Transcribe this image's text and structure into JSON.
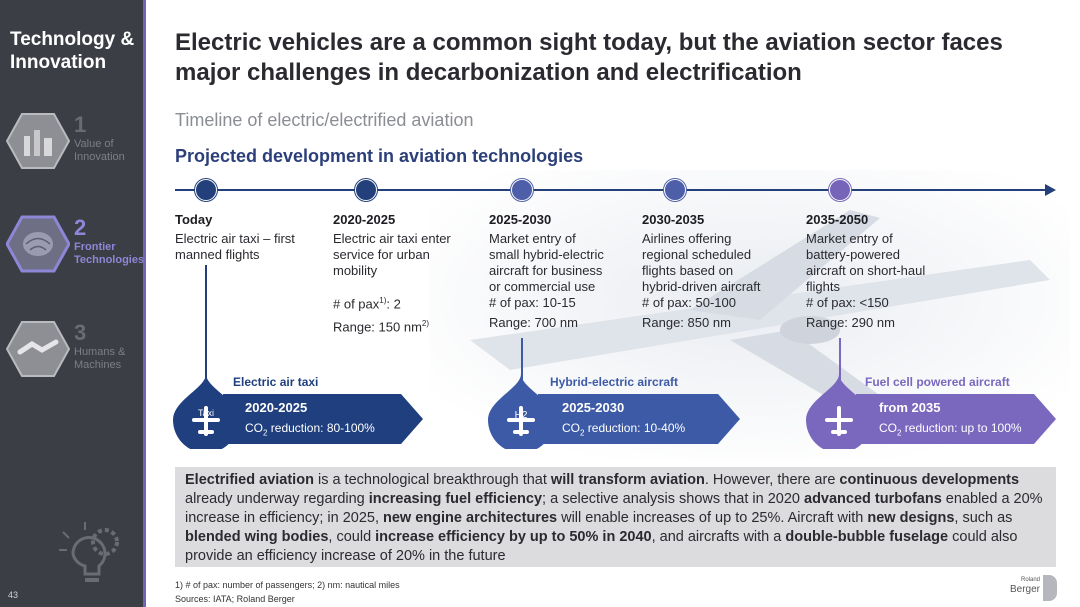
{
  "sidebar": {
    "title": "Technology & Innovation",
    "items": [
      {
        "num": "1",
        "label_line1": "Value of",
        "label_line2": "Innovation",
        "icon": "industry-icon"
      },
      {
        "num": "2",
        "label_line1": "Frontier",
        "label_line2": "Technologies",
        "icon": "brain-icon"
      },
      {
        "num": "3",
        "label_line1": "Humans &",
        "label_line2": "Machines",
        "icon": "handshake-icon"
      }
    ],
    "page_number": "43",
    "footer_icon": "lightbulb-gear-icon"
  },
  "header": {
    "headline_line1": "Electric vehicles are a common sight today, but the aviation sector faces",
    "headline_line2": "major challenges in decarbonization and electrification",
    "subtitle": "Timeline of electric/electrified aviation",
    "section_title": "Projected development in aviation technologies"
  },
  "timeline": [
    {
      "year": "Today",
      "lines": [
        "Electric air taxi – first",
        "manned flights"
      ],
      "pax": "",
      "range": ""
    },
    {
      "year": "2020-2025",
      "lines": [
        "Electric air taxi enter",
        "service for urban",
        "mobility"
      ],
      "pax_prefix": "# of pax",
      "pax_sup": "1)",
      "pax_value": ": 2",
      "range_prefix": "Range: 150 nm",
      "range_sup": "2)"
    },
    {
      "year": "2025-2030",
      "lines": [
        "Market entry of",
        "small hybrid-electric",
        "aircraft for business",
        "or commercial use"
      ],
      "pax": "# of pax: 10-15",
      "range": "Range: 700 nm"
    },
    {
      "year": "2030-2035",
      "lines": [
        "Airlines offering",
        "regional scheduled",
        "flights based on",
        "hybrid-driven aircraft"
      ],
      "pax": "# of pax: 50-100",
      "range": "Range: 850 nm"
    },
    {
      "year": "2035-2050",
      "lines": [
        "Market entry of",
        "battery-powered",
        "aircraft on short-haul",
        "flights"
      ],
      "pax": "# of pax: <150",
      "range": "Range: 290 nm"
    }
  ],
  "milestones": [
    {
      "title": "Electric air taxi",
      "period": "2020-2025",
      "co2_prefix": "CO",
      "co2_sub": "2",
      "co2_suffix": " reduction: 80-100%",
      "icon_label": "Taxi",
      "color": "#1f3f7e"
    },
    {
      "title": "Hybrid-electric aircraft",
      "period": "2025-2030",
      "co2_prefix": "CO",
      "co2_sub": "2",
      "co2_suffix": " reduction: 10-40%",
      "icon_label": "H2",
      "color": "#3d5aa6"
    },
    {
      "title": "Fuel cell powered aircraft",
      "period": "from 2035",
      "co2_prefix": "CO",
      "co2_sub": "2",
      "co2_suffix": " reduction: up to 100%",
      "icon_label": "",
      "color": "#7a68bf"
    }
  ],
  "infobox": {
    "segments": [
      {
        "t": "Electrified aviation",
        "b": true
      },
      {
        "t": " is a technological breakthrough that ",
        "b": false
      },
      {
        "t": "will transform aviation",
        "b": true
      },
      {
        "t": ". However, there are ",
        "b": false
      },
      {
        "t": "continuous developments",
        "b": true
      },
      {
        "t": " already underway regarding ",
        "b": false
      },
      {
        "t": "increasing fuel efficiency",
        "b": true
      },
      {
        "t": "; a selective analysis shows that in 2020 ",
        "b": false
      },
      {
        "t": "advanced turbofans",
        "b": true
      },
      {
        "t": " enabled a 20% increase in efficiency; in 2025, ",
        "b": false
      },
      {
        "t": "new engine architectures",
        "b": true
      },
      {
        "t": " will enable increases of up to 25%. Aircraft with ",
        "b": false
      },
      {
        "t": "new designs",
        "b": true
      },
      {
        "t": ", such as ",
        "b": false
      },
      {
        "t": "blended wing bodies",
        "b": true
      },
      {
        "t": ", could ",
        "b": false
      },
      {
        "t": "increase efficiency by up to 50% in 2040",
        "b": true
      },
      {
        "t": ", and aircrafts with a ",
        "b": false
      },
      {
        "t": "double-bubble fuselage",
        "b": true
      },
      {
        "t": " could also provide an efficiency increase of 20% in the future",
        "b": false
      }
    ]
  },
  "footer": {
    "note": "1) # of pax: number of passengers; 2) nm: nautical miles",
    "sources": "Sources: IATA; Roland Berger",
    "logo_line1": "Roland",
    "logo_line2": "Berger"
  }
}
